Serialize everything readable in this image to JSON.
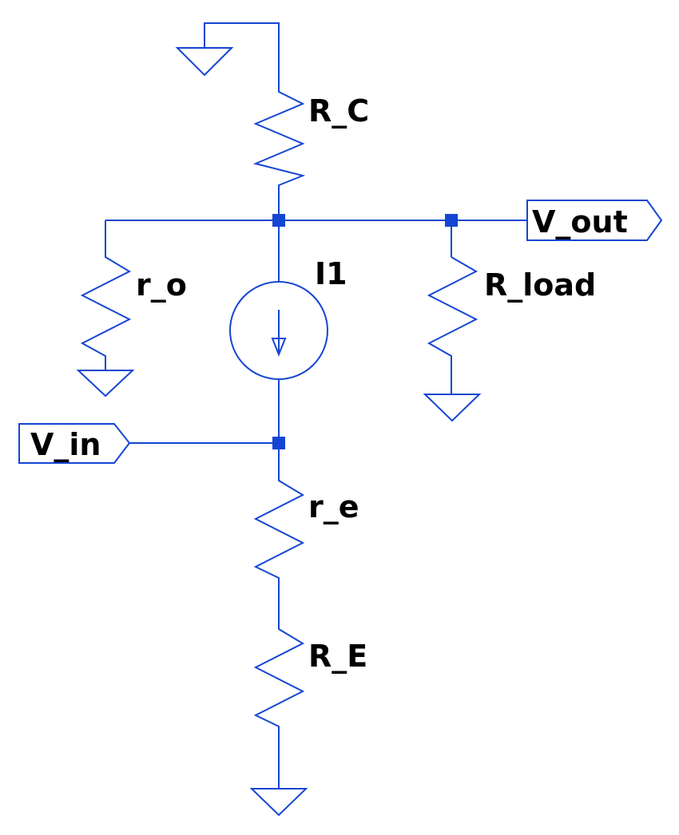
{
  "schematic": {
    "components": {
      "rc": {
        "label": "R_C",
        "kind": "resistor"
      },
      "ro": {
        "label": "r_o",
        "kind": "resistor"
      },
      "i1": {
        "label": "I1",
        "kind": "current-source"
      },
      "rload": {
        "label": "R_load",
        "kind": "resistor"
      },
      "re_small": {
        "label": "r_e",
        "kind": "resistor"
      },
      "re_big": {
        "label": "R_E",
        "kind": "resistor"
      }
    },
    "ports": {
      "vout": {
        "label": "V_out",
        "direction": "output"
      },
      "vin": {
        "label": "V_in",
        "direction": "input"
      }
    },
    "grounds": [
      "ground-top",
      "ground-ro",
      "ground-rload",
      "ground-bottom"
    ],
    "colors": {
      "wire": "#1446d2",
      "text": "#000000",
      "background": "#ffffff"
    }
  }
}
